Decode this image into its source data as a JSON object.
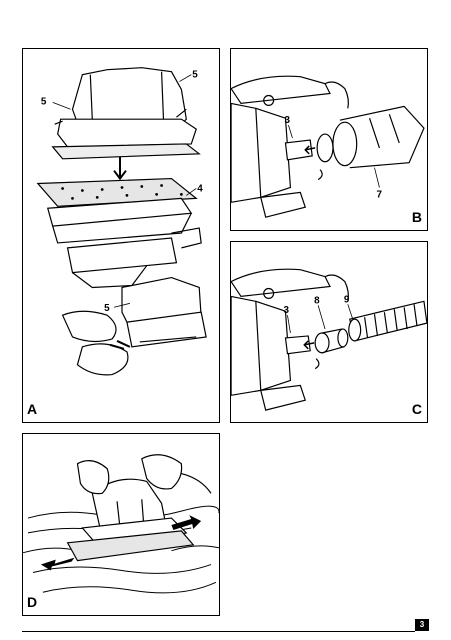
{
  "panels": {
    "a": {
      "letter": "A",
      "callouts": {
        "c5_left": "5",
        "c5_right": "5",
        "c4": "4",
        "c5_bottom": "5"
      }
    },
    "b": {
      "letter": "B",
      "callouts": {
        "c3": "3",
        "c7": "7"
      }
    },
    "c": {
      "letter": "C",
      "callouts": {
        "c3": "3",
        "c8": "8",
        "c9": "9"
      }
    },
    "d": {
      "letter": "D"
    }
  },
  "page_number": "3"
}
